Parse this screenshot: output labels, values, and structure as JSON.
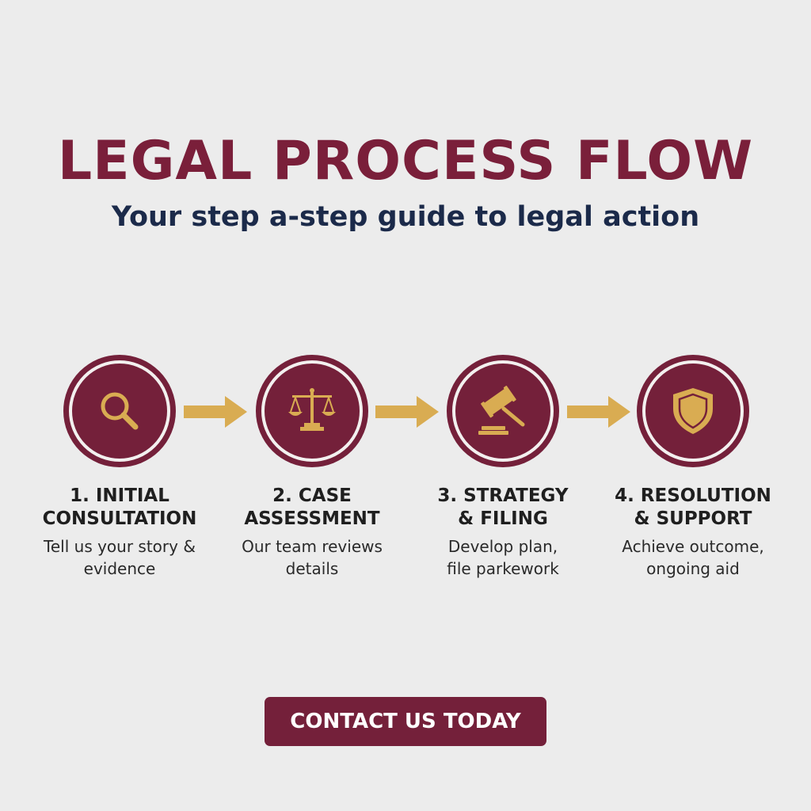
{
  "header": {
    "title": "LEGAL PROCESS FLOW",
    "subtitle": "Your step a-step guide to legal action"
  },
  "steps": [
    {
      "title": "1. INITIAL\nCONSULTATION",
      "description": "Tell us your story &\nevidence",
      "icon": "magnifying-glass-icon"
    },
    {
      "title": "2. CASE\nASSESSMENT",
      "description": "Our team reviews\ndetails",
      "icon": "scales-of-justice-icon"
    },
    {
      "title": "3. STRATEGY\n& FILING",
      "description": "Develop plan,\nfile parkework",
      "icon": "gavel-icon"
    },
    {
      "title": "4. RESOLUTION\n& SUPPORT",
      "description": "Achieve outcome,\nongoing aid",
      "icon": "shield-icon"
    }
  ],
  "cta": {
    "label": "CONTACT US TODAY"
  },
  "colors": {
    "primary": "#74203a",
    "accent": "#d9ac52",
    "subtitle": "#1b2a4a",
    "background": "#ececec"
  }
}
